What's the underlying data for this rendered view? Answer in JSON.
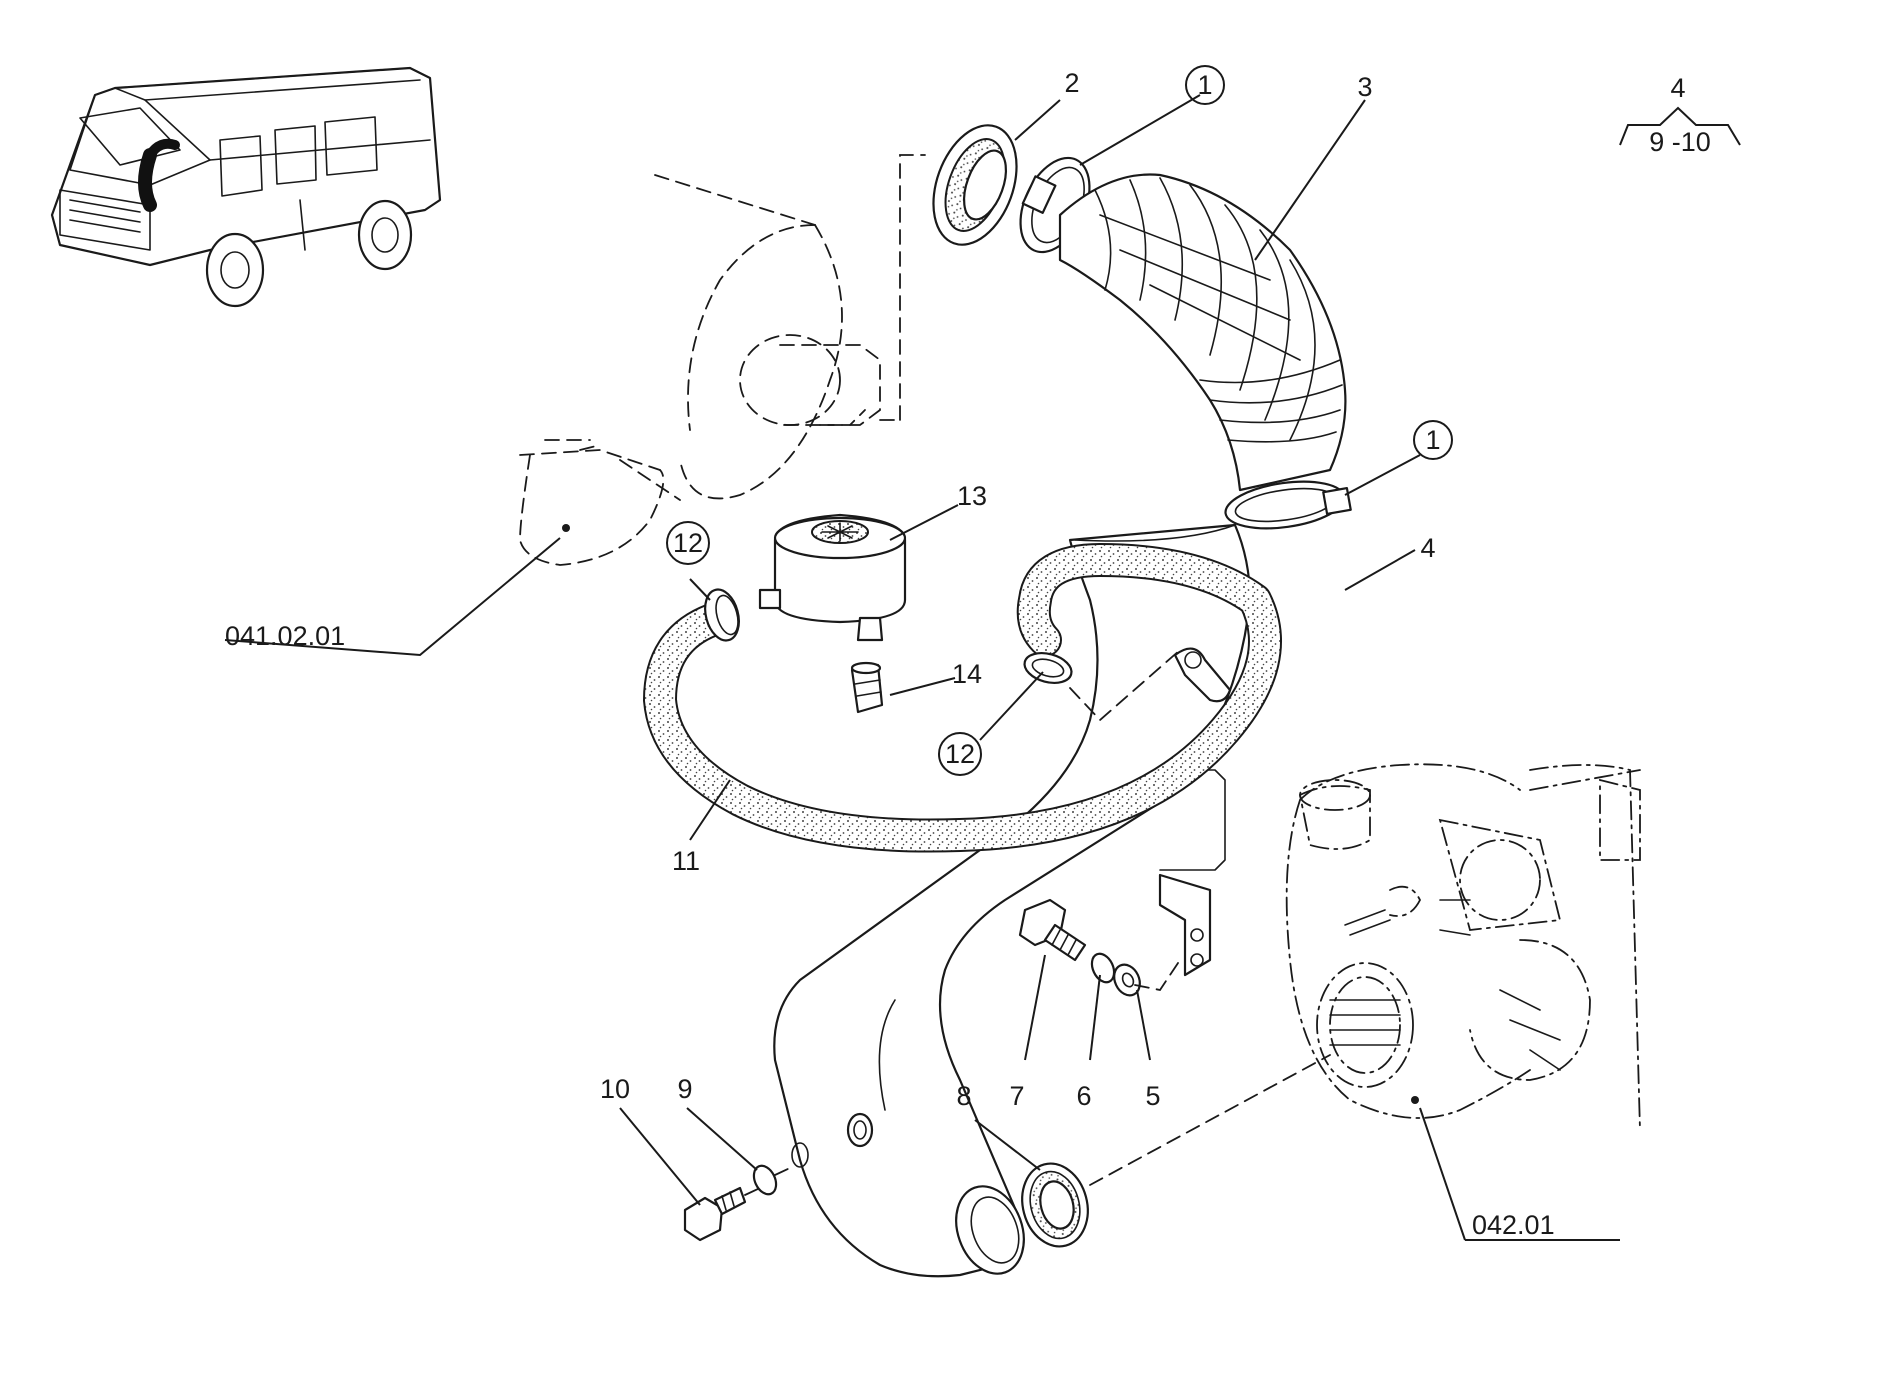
{
  "callouts": {
    "n1_top": "1",
    "n1_mid": "1",
    "n2": "2",
    "n3": "3",
    "n4": "4",
    "n5": "5",
    "n6": "6",
    "n7": "7",
    "n8": "8",
    "n9": "9",
    "n10": "10",
    "n11": "11",
    "n12_upper": "12",
    "n12_lower": "12",
    "n13": "13",
    "n14": "14"
  },
  "legend_note": {
    "top": "4",
    "bottom": "9 -10"
  },
  "references": {
    "ref_left": "041.02.01",
    "ref_right": "042.01"
  },
  "colors": {
    "ink": "#1a1a1a",
    "paper": "#ffffff"
  }
}
